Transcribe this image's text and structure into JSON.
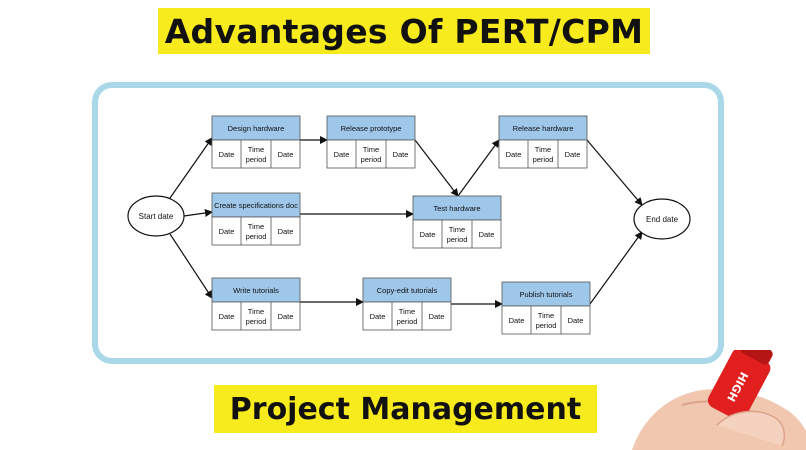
{
  "title": "Advantages Of PERT/CPM",
  "subtitle": "Project Management",
  "colors": {
    "banner": "#f7ea1d",
    "frame": "#a9d9e8",
    "task_header": "#9fc7ea",
    "marker_red": "#e11f1f"
  },
  "start": {
    "label": "Start date"
  },
  "end": {
    "label": "End date"
  },
  "cell_labels": {
    "left": "Date",
    "middle": [
      "Time",
      "period"
    ],
    "right": "Date"
  },
  "tasks": [
    {
      "id": "design",
      "name": "Design hardware"
    },
    {
      "id": "release_proto",
      "name": "Release prototype"
    },
    {
      "id": "release_hw",
      "name": "Release hardware"
    },
    {
      "id": "specs",
      "name": "Create specifications doc"
    },
    {
      "id": "test",
      "name": "Test hardware"
    },
    {
      "id": "write",
      "name": "Write tutorials"
    },
    {
      "id": "copyedit",
      "name": "Copy-edit tutorials"
    },
    {
      "id": "publish",
      "name": "Publish tutorials"
    }
  ],
  "edges": [
    [
      "start",
      "design"
    ],
    [
      "start",
      "specs"
    ],
    [
      "start",
      "write"
    ],
    [
      "design",
      "release_proto"
    ],
    [
      "release_proto",
      "test"
    ],
    [
      "specs",
      "test"
    ],
    [
      "test",
      "release_hw"
    ],
    [
      "release_hw",
      "end"
    ],
    [
      "write",
      "copyedit"
    ],
    [
      "copyedit",
      "publish"
    ],
    [
      "publish",
      "end"
    ]
  ],
  "marker_text": "HIGH"
}
